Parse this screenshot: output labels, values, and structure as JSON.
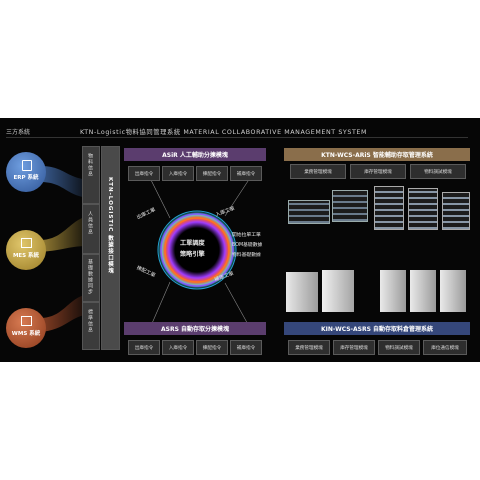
{
  "header": {
    "left_title": "三方系統",
    "main_title": "KTN-Logistic物料協同管理系統    MATERIAL COLLABORATIVE MANAGEMENT SYSTEM"
  },
  "left_systems": [
    {
      "label": "ERP 系統",
      "color": "#4a79c0"
    },
    {
      "label": "MES 系統",
      "color": "#c7a642"
    },
    {
      "label": "WMS 系統",
      "color": "#b3522d"
    }
  ],
  "center_column_labels": [
    "物料信息",
    "人員信息",
    "基礎數據同步",
    "標準信息"
  ],
  "interface_title": "KTN-LOGISTIC 數據接口模塊",
  "asir": {
    "title": "ASiR 人工輔助分揀模塊",
    "items": [
      "出庫指令",
      "入庫指令",
      "揀配指令",
      "補庫指令"
    ]
  },
  "asrs": {
    "title": "ASRS 自動存取分揀模塊",
    "items": [
      "出庫指令",
      "入庫指令",
      "揀配指令",
      "補庫指令"
    ]
  },
  "center": {
    "core_line1": "工單調度",
    "core_line2": "策略引擎",
    "outer_labels": [
      "出庫工單",
      "入庫工單",
      "揀配工單",
      "補庫工單"
    ],
    "right_list": [
      "開始拉單工單",
      "BOM基礎數據",
      "物料基礎數據"
    ]
  },
  "ktn_aris": {
    "title": "KTN-WCS-ARiS 智能輔助存取管理系統",
    "items": [
      "業務管理模塊",
      "庫存管理模塊",
      "物料調試模塊"
    ],
    "color": "#8a6e4b"
  },
  "ktn_asrs": {
    "title": "KIN-WCS-ASRS 自動存取料倉管理系統",
    "items": [
      "業務管理模塊",
      "庫存管理模塊",
      "物料調試模塊",
      "庫位通信模塊"
    ],
    "color": "#35477a"
  }
}
